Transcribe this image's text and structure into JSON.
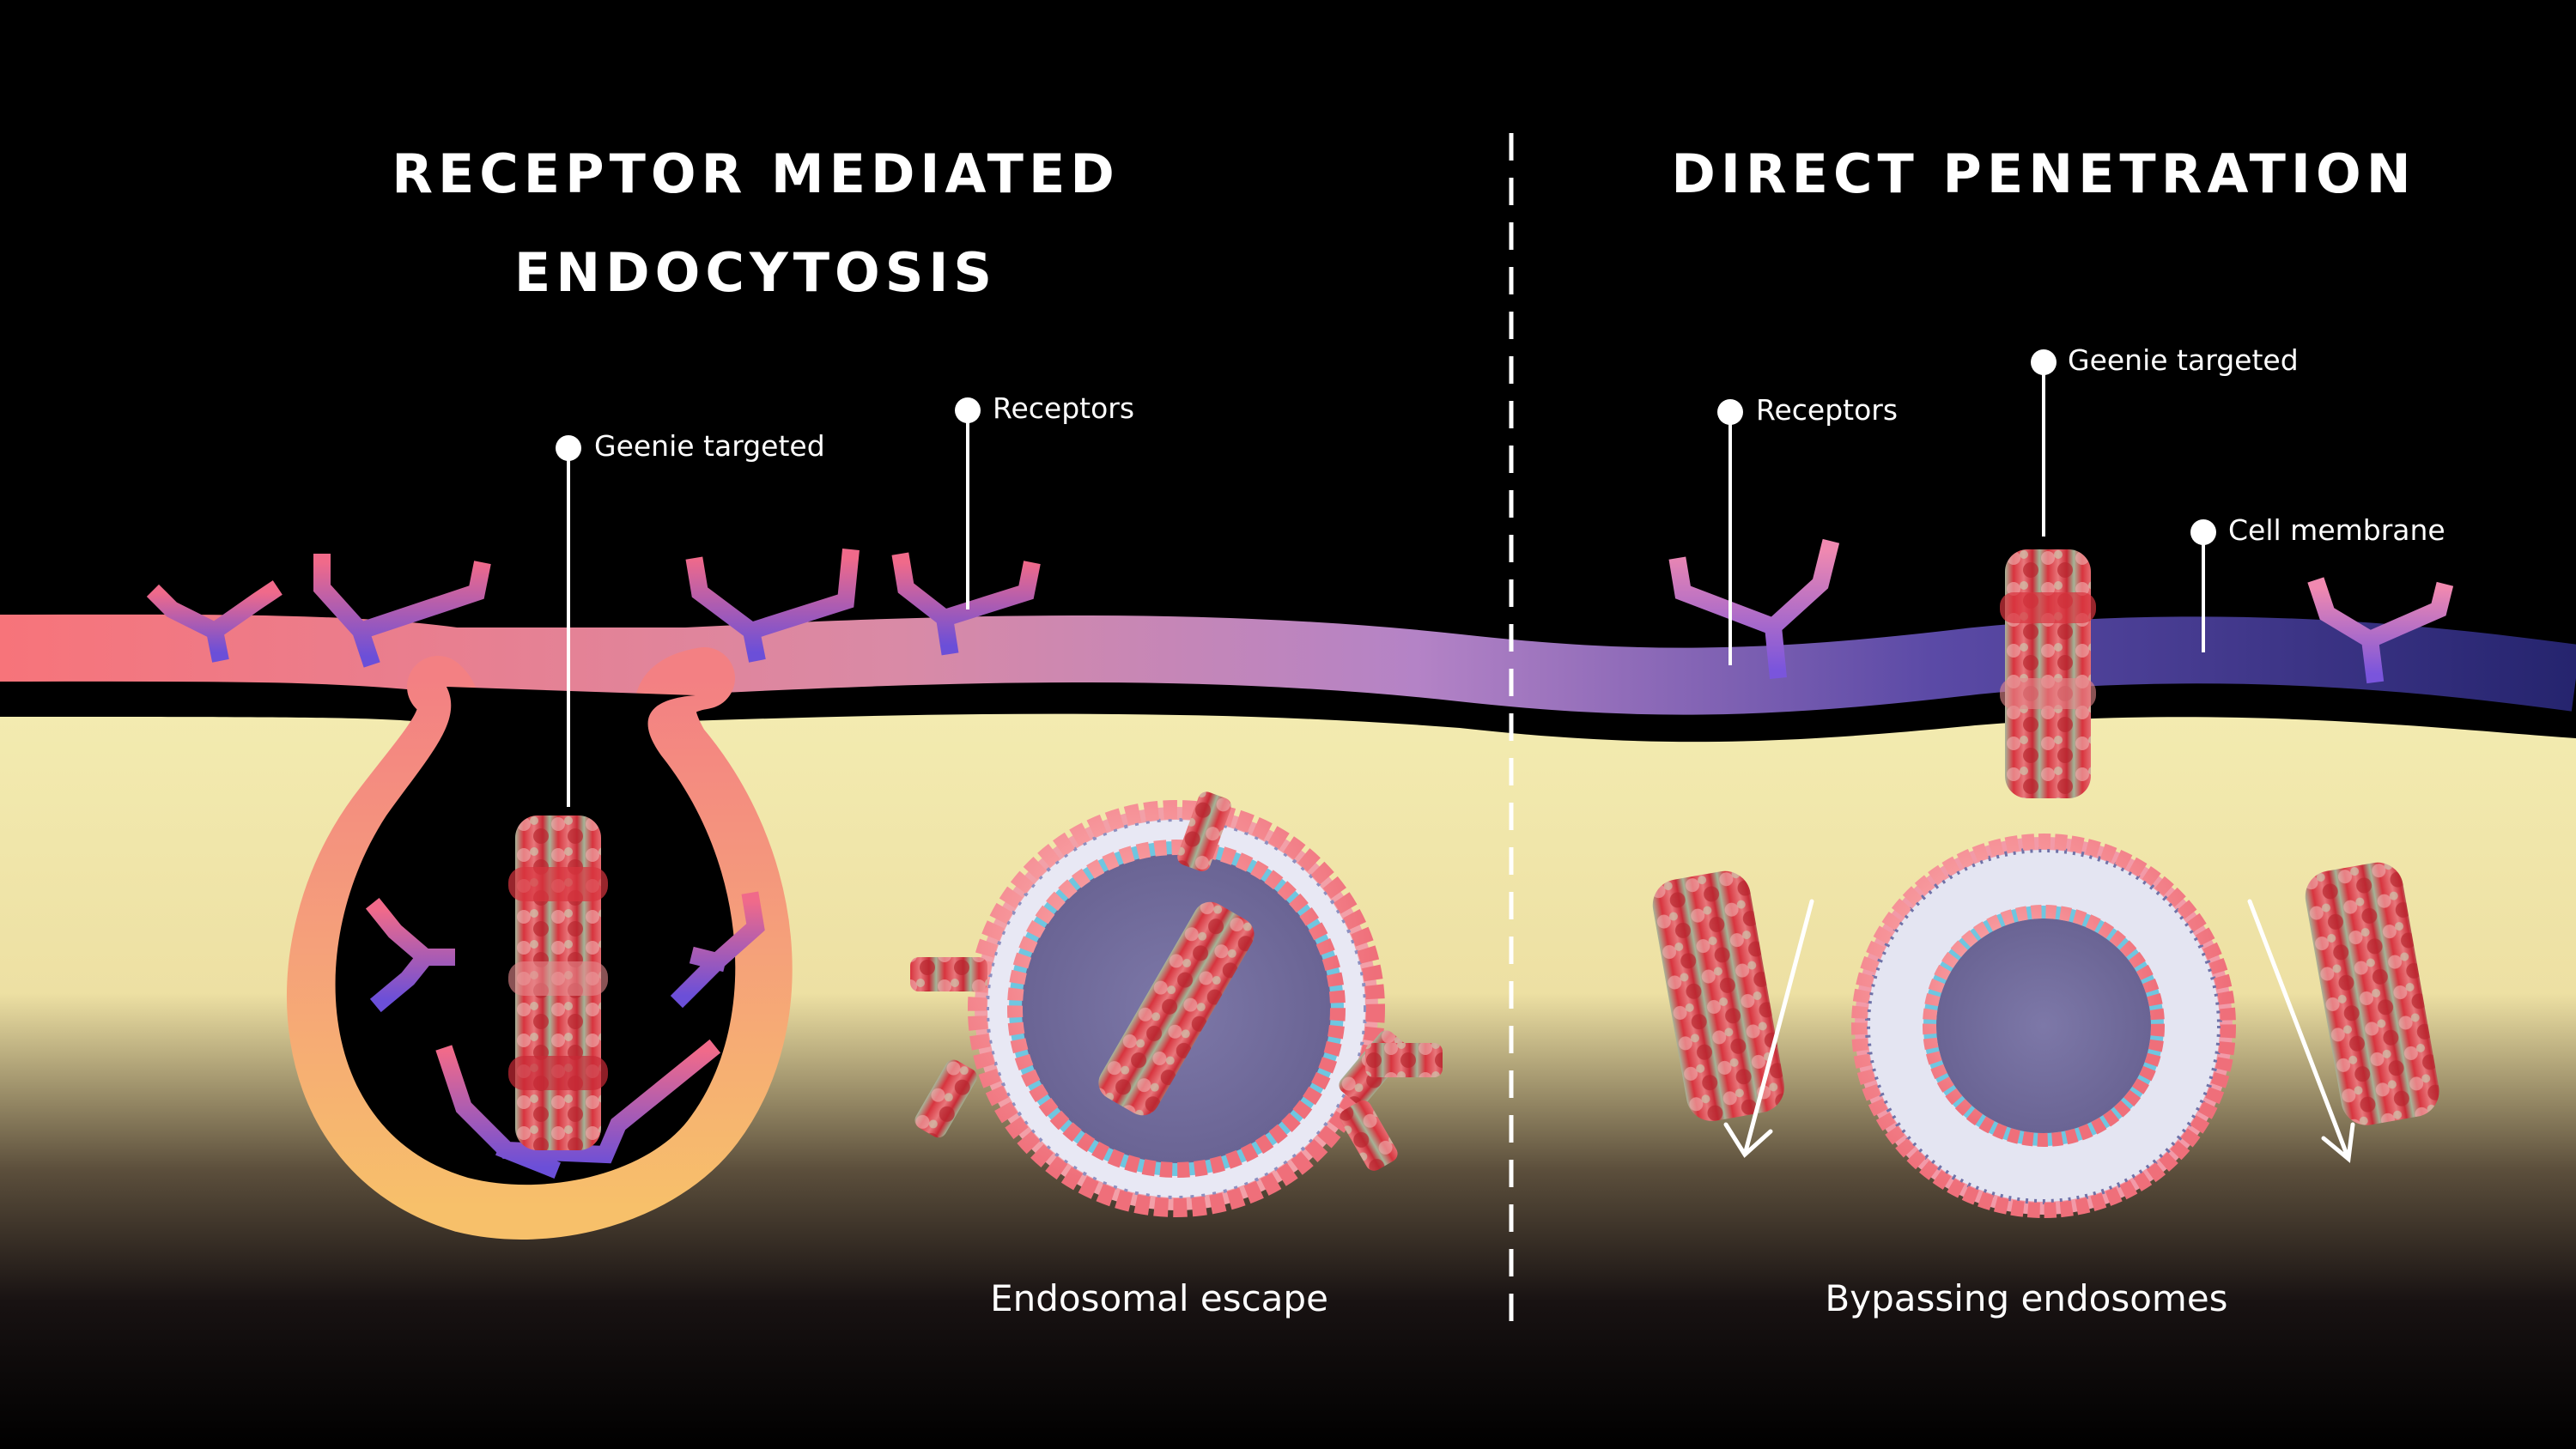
{
  "left_panel": {
    "title_line1": "RECEPTOR MEDIATED",
    "title_line2": "ENDOCYTOSIS",
    "label_geenie": "Geenie targeted",
    "label_receptors": "Receptors",
    "caption": "Endosomal escape"
  },
  "right_panel": {
    "title": "DIRECT PENETRATION",
    "label_receptors": "Receptors",
    "label_geenie": "Geenie targeted",
    "label_membrane": "Cell membrane",
    "caption": "Bypassing endosomes"
  },
  "colors": {
    "background": "#000000",
    "cytoplasm": "#efe4a8",
    "membrane_left": "#f7747a",
    "membrane_mid": "#b483c6",
    "membrane_right": "#2e2a78",
    "protein_red": "#d8343e",
    "protein_green": "#9fb394",
    "endosome_interior": "#7d78a8"
  }
}
